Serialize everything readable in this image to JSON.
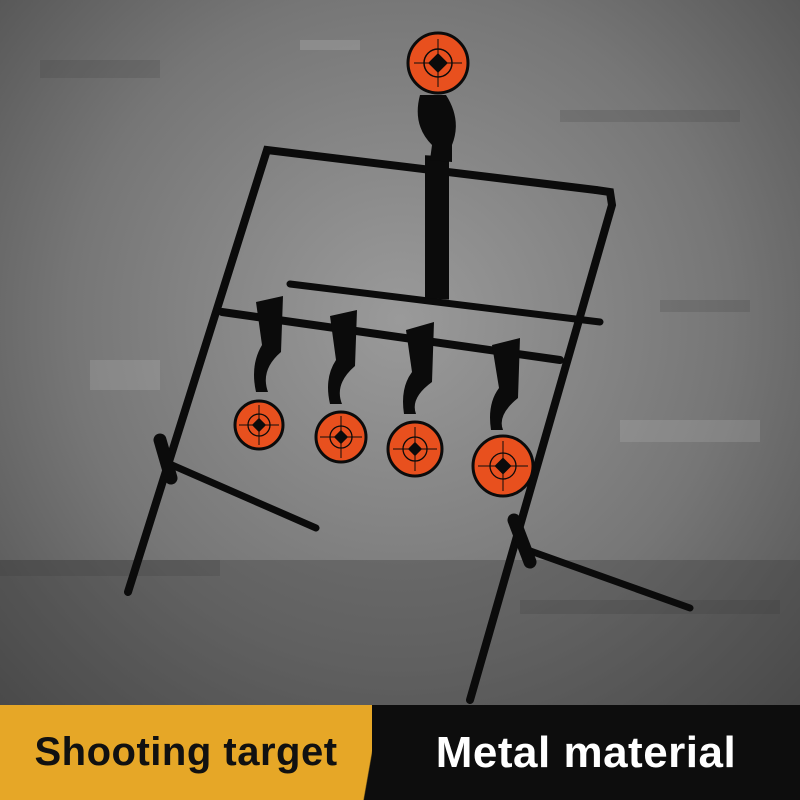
{
  "product": {
    "subject": "metal spinner shooting target on stand",
    "target_count": 5,
    "target_color": "#e8501e",
    "frame_color": "#0b0b0b",
    "background_color": "#6a6a6a"
  },
  "banner": {
    "left_label": "Shooting target",
    "right_label": "Metal material",
    "left_bg": "#e6a727",
    "right_bg": "#0d0d0d"
  }
}
